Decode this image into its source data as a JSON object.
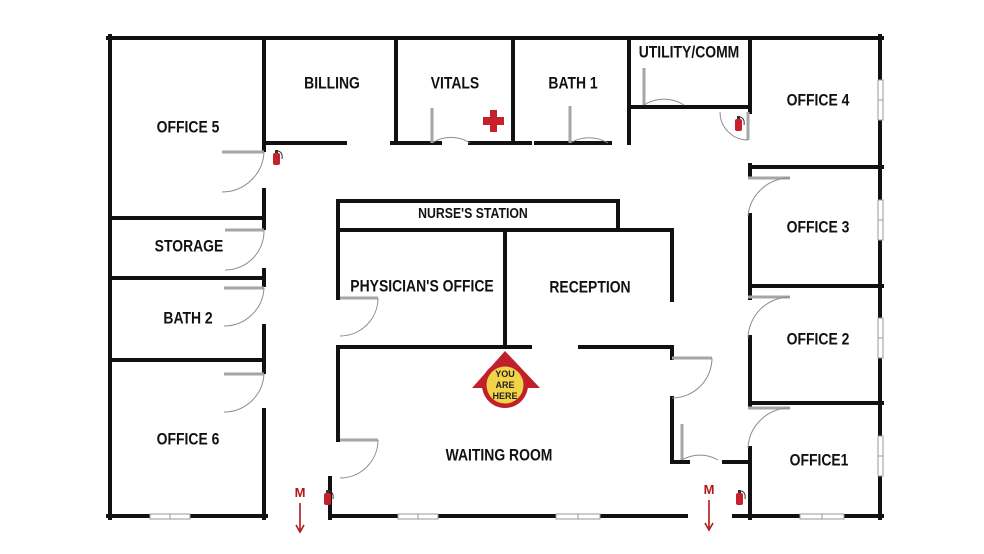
{
  "floor_plan": {
    "rooms": {
      "office_5": "OFFICE 5",
      "billing": "BILLING",
      "vitals": "VITALS",
      "bath_1": "BATH 1",
      "utility_comm": "UTILITY/COMM",
      "office_4": "OFFICE 4",
      "nurses_station": "NURSE'S STATION",
      "storage": "STORAGE",
      "physicians_office": "PHYSICIAN'S OFFICE",
      "reception": "RECEPTION",
      "office_3": "OFFICE 3",
      "bath_2": "BATH 2",
      "office_2": "OFFICE 2",
      "office_6": "OFFICE 6",
      "waiting_room": "WAITING ROOM",
      "office_1": "OFFICE1"
    },
    "you_are_here": [
      "YOU",
      "ARE",
      "HERE"
    ],
    "exit_labels": [
      "M",
      "M"
    ],
    "colors": {
      "wall": "#111111",
      "door": "#a6a6a6",
      "badge_fill": "#f2d34a",
      "badge_ring": "#c0202a",
      "medical_cross": "#c8202a",
      "exit_marker": "#b01818"
    },
    "icons": [
      "medical-cross-icon",
      "fire-extinguisher-icon",
      "you-are-here-marker",
      "exit-arrow-icon"
    ]
  }
}
